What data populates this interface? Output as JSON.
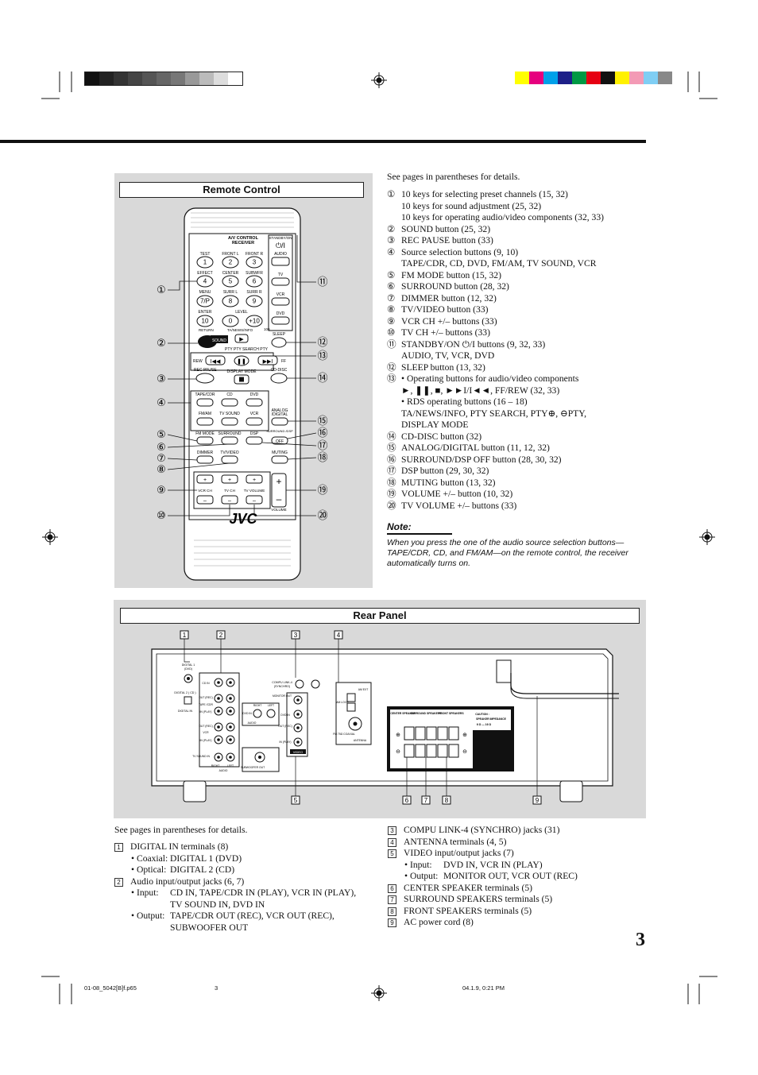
{
  "page_number": "3",
  "colors": {
    "panel_bg": "#d9d9d9",
    "rule": "#111111"
  },
  "print_marks": {
    "gray_steps": [
      "#111111",
      "#222222",
      "#333333",
      "#444444",
      "#555555",
      "#666666",
      "#777777",
      "#999999",
      "#bbbbbb",
      "#dddddd",
      "#ffffff"
    ],
    "color_steps": [
      "#ffff00",
      "#e6007e",
      "#00a0e9",
      "#1d2088",
      "#009944",
      "#e60012",
      "#111111",
      "#fff100",
      "#f39ab5",
      "#7fcef4",
      "#888888"
    ]
  },
  "remote": {
    "title": "Remote Control",
    "labels": {
      "brand_top": "A/V CONTROL",
      "brand_bottom": "RECEIVER",
      "standby": "STANDBY/ON",
      "audio": "AUDIO",
      "tv": "TV",
      "vcr": "VCR",
      "dvd": "DVD",
      "test": "TEST",
      "front_l": "FRONT L",
      "front_r": "FRONT R",
      "effect": "EFFECT",
      "center": "CENTER",
      "subwfr": "SUBWFR",
      "menu": "MENU",
      "surr_l": "SURR L",
      "surr_r": "SURR R",
      "enter": "ENTER",
      "level": "LEVEL",
      "return": "RETURN",
      "ta_news": "TA/NEWS/INFO",
      "sound": "SOUND",
      "pty_search": "PTY PTY SEARCH PTY",
      "sleep": "SLEEP",
      "rew": "REW",
      "ff": "FF",
      "rec_pause": "REC PAUSE",
      "display_mode": "DISPLAY MODE",
      "cd_disc": "CD-DISC",
      "tape_cdr": "TAPE/CDR",
      "cd": "CD",
      "dvd2": "DVD",
      "analog": "ANALOG",
      "digital": "/DIGITAL",
      "fm_am": "FM/AM",
      "tv_sound": "TV SOUND",
      "vcr2": "VCR",
      "fm_mode": "FM MODE",
      "surround": "SURROUND",
      "dsp": "DSP",
      "surr_dsp": "SURROUND /DSP",
      "off": "OFF",
      "dimmer": "DIMMER",
      "tv_video": "TV/VIDEO",
      "muting": "MUTING",
      "vcr_ch": "VCR CH",
      "tv_ch": "TV CH",
      "tv_volume": "TV VOLUME",
      "volume": "VOLUME",
      "jvc": "JVC",
      "k1": "1",
      "k2": "2",
      "k3": "3",
      "k4": "4",
      "k5": "5",
      "k6": "6",
      "k7": "7/P",
      "k8": "8",
      "k9": "9",
      "k10": "10",
      "k0": "0",
      "k100": "+10",
      "k_100small": "100"
    },
    "callouts": [
      "①",
      "②",
      "③",
      "④",
      "⑤",
      "⑥",
      "⑦",
      "⑧",
      "⑨",
      "⑩",
      "⑪",
      "⑫",
      "⑬",
      "⑭",
      "⑮",
      "⑯",
      "⑰",
      "⑱",
      "⑲",
      "⑳"
    ]
  },
  "remote_desc": {
    "intro": "See pages in parentheses for details.",
    "items": [
      {
        "num": "①",
        "lines": [
          "10 keys for selecting preset channels (15, 32)",
          "10 keys for sound adjustment (25, 32)",
          "10 keys for operating audio/video components (32, 33)"
        ]
      },
      {
        "num": "②",
        "lines": [
          "SOUND button (25, 32)"
        ]
      },
      {
        "num": "③",
        "lines": [
          "REC PAUSE button (33)"
        ]
      },
      {
        "num": "④",
        "lines": [
          "Source selection buttons (9, 10)",
          "TAPE/CDR, CD, DVD, FM/AM, TV SOUND, VCR"
        ]
      },
      {
        "num": "⑤",
        "lines": [
          "FM MODE button (15, 32)"
        ]
      },
      {
        "num": "⑥",
        "lines": [
          "SURROUND button (28, 32)"
        ]
      },
      {
        "num": "⑦",
        "lines": [
          "DIMMER button (12, 32)"
        ]
      },
      {
        "num": "⑧",
        "lines": [
          "TV/VIDEO button (33)"
        ]
      },
      {
        "num": "⑨",
        "lines": [
          "VCR CH +/– buttons (33)"
        ]
      },
      {
        "num": "⑩",
        "lines": [
          "TV CH +/– buttons (33)"
        ]
      },
      {
        "num": "⑪",
        "lines": [
          "STANDBY/ON ⏻/I buttons (9, 32, 33)",
          "AUDIO, TV, VCR, DVD"
        ]
      },
      {
        "num": "⑫",
        "lines": [
          "SLEEP button (13, 32)"
        ]
      },
      {
        "num": "⑬",
        "lines": [
          "• Operating buttons for audio/video components",
          "  ►, ❚❚, ■, ►►I/I◄◄, FF/REW (32, 33)",
          "• RDS operating buttons (16 – 18)",
          "  TA/NEWS/INFO, PTY SEARCH, PTY⊕, ⊖PTY,",
          "  DISPLAY MODE"
        ]
      },
      {
        "num": "⑭",
        "lines": [
          "CD-DISC button (32)"
        ]
      },
      {
        "num": "⑮",
        "lines": [
          "ANALOG/DIGITAL button (11, 12, 32)"
        ]
      },
      {
        "num": "⑯",
        "lines": [
          "SURROUND/DSP OFF button (28, 30, 32)"
        ]
      },
      {
        "num": "⑰",
        "lines": [
          "DSP button (29, 30, 32)"
        ]
      },
      {
        "num": "⑱",
        "lines": [
          "MUTING button (13, 32)"
        ]
      },
      {
        "num": "⑲",
        "lines": [
          "VOLUME +/– button (10, 32)"
        ]
      },
      {
        "num": "⑳",
        "lines": [
          "TV VOLUME +/– buttons (33)"
        ]
      }
    ],
    "note_title": "Note:",
    "note_lines": [
      "When you press the one of the audio source selection buttons—",
      "TAPE/CDR, CD, and FM/AM—on the remote control, the receiver",
      "automatically turns on."
    ]
  },
  "rear": {
    "title": "Rear Panel",
    "callouts_top": [
      "1",
      "2",
      "3",
      "4"
    ],
    "callouts_bottom": [
      "5",
      "6",
      "7",
      "8",
      "9"
    ],
    "labels": {
      "digital1": "DIGITAL 1",
      "dvd": "(DVD)",
      "digital2": "DIGITAL 2 ( CD )",
      "digital_in": "DIGITAL IN",
      "cd_in": "CD IN",
      "tape_out": "OUT (REC)",
      "tape_cdr": "TAPE /CDR",
      "in_play": "IN (PLAY)",
      "vcr": "VCR",
      "tv_sound_in": "TV SOUND IN",
      "right": "RIGHT",
      "left": "LEFT",
      "audio": "AUDIO",
      "dvd_in": "DVD IN",
      "subwoofer_out": "SUBWOOFER OUT",
      "compu_link": "COMPU LINK-4",
      "synchro": "(SYNCHRO)",
      "monitor_out": "MONITOR OUT",
      "video": "VIDEO",
      "am_ext": "AM EXT",
      "am_loop": "AM LOOP",
      "fm_75": "FM 75Ω COAXIAL",
      "antenna": "ANTENNA",
      "center_speaker": "CENTER SPEAKER",
      "surround_speakers": "SURROUND SPEAKERS",
      "front_speakers": "FRONT SPEAKERS",
      "caution": "CAUTION :",
      "speaker_impedance": "SPEAKER IMPEDANCE",
      "impedance_value": "6 Ω — 16 Ω"
    }
  },
  "rear_desc_left": {
    "intro": "See pages in parentheses for details.",
    "items": [
      {
        "num": "1",
        "lines": [
          "DIGITAL IN terminals (8)"
        ],
        "sub": [
          [
            "• Coaxial:",
            "DIGITAL 1 (DVD)"
          ],
          [
            "• Optical:",
            "DIGITAL 2 (CD)"
          ]
        ]
      },
      {
        "num": "2",
        "lines": [
          "Audio input/output jacks (6, 7)"
        ],
        "sub": [
          [
            "• Input:",
            "CD IN, TAPE/CDR IN (PLAY), VCR IN (PLAY),"
          ],
          [
            "",
            "TV SOUND IN, DVD IN"
          ],
          [
            "• Output:",
            "TAPE/CDR OUT (REC), VCR OUT (REC),"
          ],
          [
            "",
            "SUBWOOFER OUT"
          ]
        ]
      }
    ]
  },
  "rear_desc_right": {
    "items": [
      {
        "num": "3",
        "lines": [
          "COMPU LINK-4 (SYNCHRO) jacks (31)"
        ]
      },
      {
        "num": "4",
        "lines": [
          "ANTENNA terminals (4, 5)"
        ]
      },
      {
        "num": "5",
        "lines": [
          "VIDEO input/output jacks (7)"
        ],
        "sub": [
          [
            "• Input:",
            "DVD IN, VCR IN (PLAY)"
          ],
          [
            "• Output:",
            "MONITOR OUT, VCR OUT (REC)"
          ]
        ]
      },
      {
        "num": "6",
        "lines": [
          "CENTER SPEAKER terminals (5)"
        ]
      },
      {
        "num": "7",
        "lines": [
          "SURROUND SPEAKERS terminals (5)"
        ]
      },
      {
        "num": "8",
        "lines": [
          "FRONT SPEAKERS terminals (5)"
        ]
      },
      {
        "num": "9",
        "lines": [
          "AC power cord (8)"
        ]
      }
    ]
  },
  "footer": {
    "file": "01-08_5042[B]f.p65",
    "page": "3",
    "date": "04.1.9, 0:21 PM"
  }
}
